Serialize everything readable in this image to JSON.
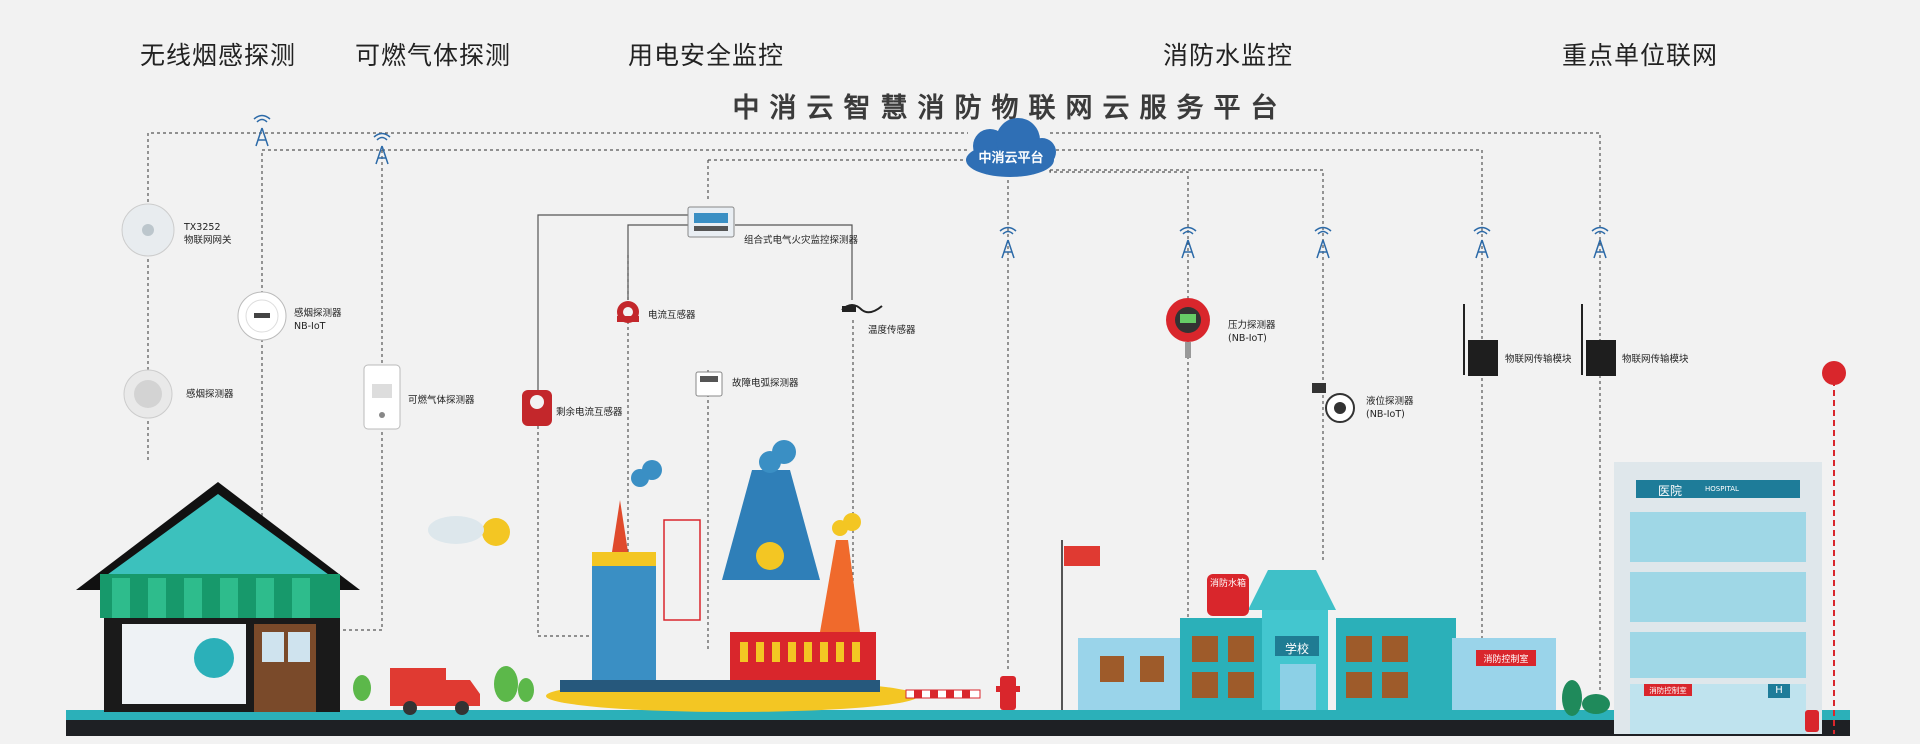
{
  "categories": [
    "无线烟感探测",
    "可燃气体探测",
    "用电安全监控",
    "消防水监控",
    "重点单位联网"
  ],
  "platform_title": "中消云智慧消防物联网云服务平台",
  "cloud_label": "中消云平台",
  "devices": {
    "gateway": [
      "TX3252",
      "物联网网关"
    ],
    "smoke_nbiot": [
      "感烟探测器",
      "NB-IoT"
    ],
    "smoke": "感烟探测器",
    "gas": "可燃气体探测器",
    "combined": "组合式电气火灾监控探测器",
    "current": "电流互感器",
    "temperature": "温度传感器",
    "arc": "故障电弧探测器",
    "residual": "剩余电流互感器",
    "pressure": [
      "压力探测器",
      "(NB-IoT)"
    ],
    "level": [
      "液位探测器",
      "(NB-IoT)"
    ],
    "transmit1": "物联网传输模块",
    "transmit2": "物联网传输模块"
  },
  "scene": {
    "school_sign": "学校",
    "tank_sign": "消防水箱",
    "school_control": "消防控制室",
    "hospital_sign": "医院",
    "hospital_sub": "HOSPITAL",
    "hospital_control": "消防控制室",
    "hospital_h": "H"
  },
  "colors": {
    "cloud": "#2f6fb5",
    "teal": "#2fb5b5",
    "red": "#d9262c",
    "yellow": "#f3c623",
    "blue": "#3a8fc4",
    "line": "#555555"
  }
}
